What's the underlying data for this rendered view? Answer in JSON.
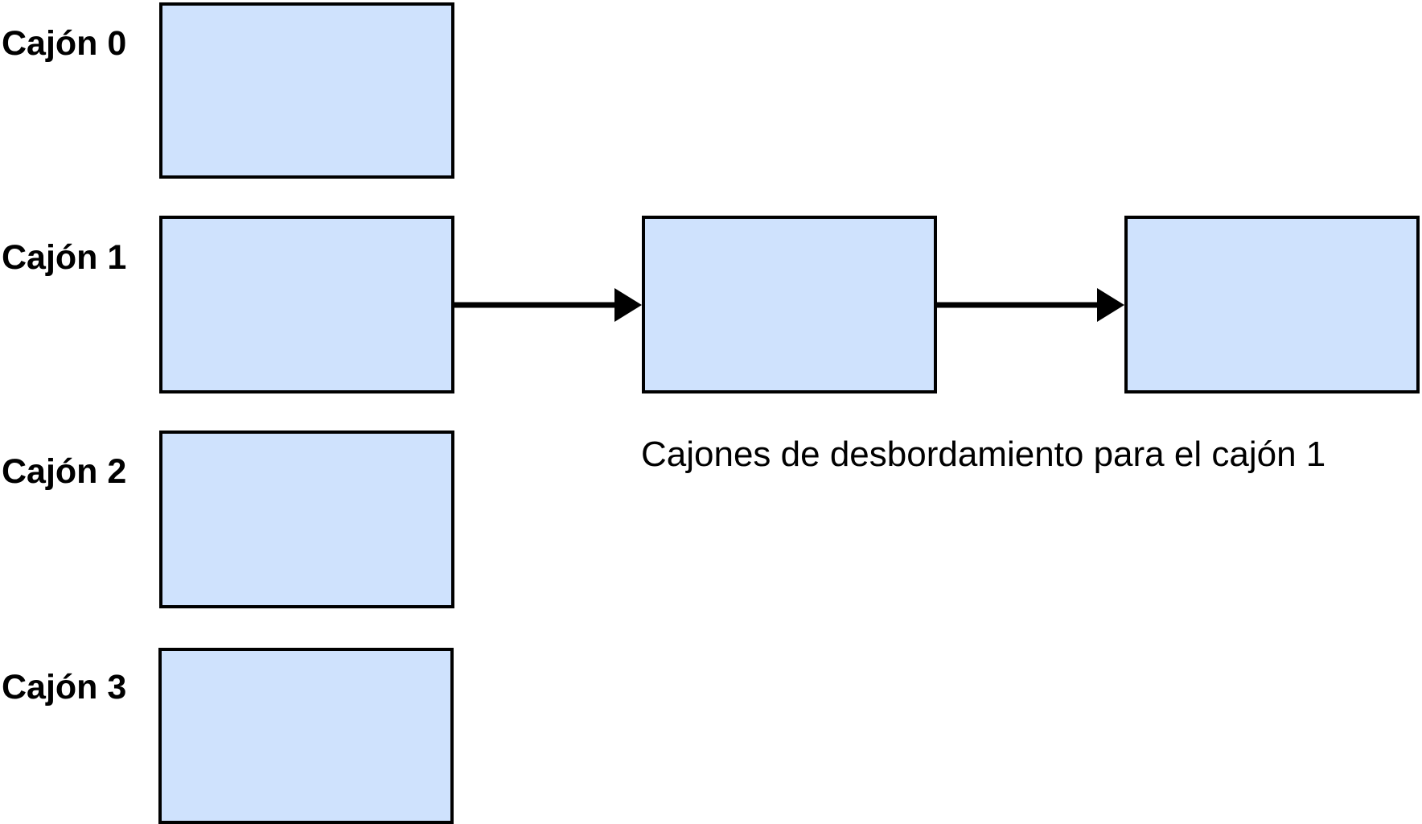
{
  "colors": {
    "box_fill": "#cfe2fd",
    "box_border": "#000000",
    "text": "#000000",
    "background": "#ffffff"
  },
  "buckets": [
    {
      "label": "Cajón 0"
    },
    {
      "label": "Cajón 1"
    },
    {
      "label": "Cajón 2"
    },
    {
      "label": "Cajón 3"
    }
  ],
  "overflow_caption": "Cajones de desbordamiento para el cajón 1"
}
